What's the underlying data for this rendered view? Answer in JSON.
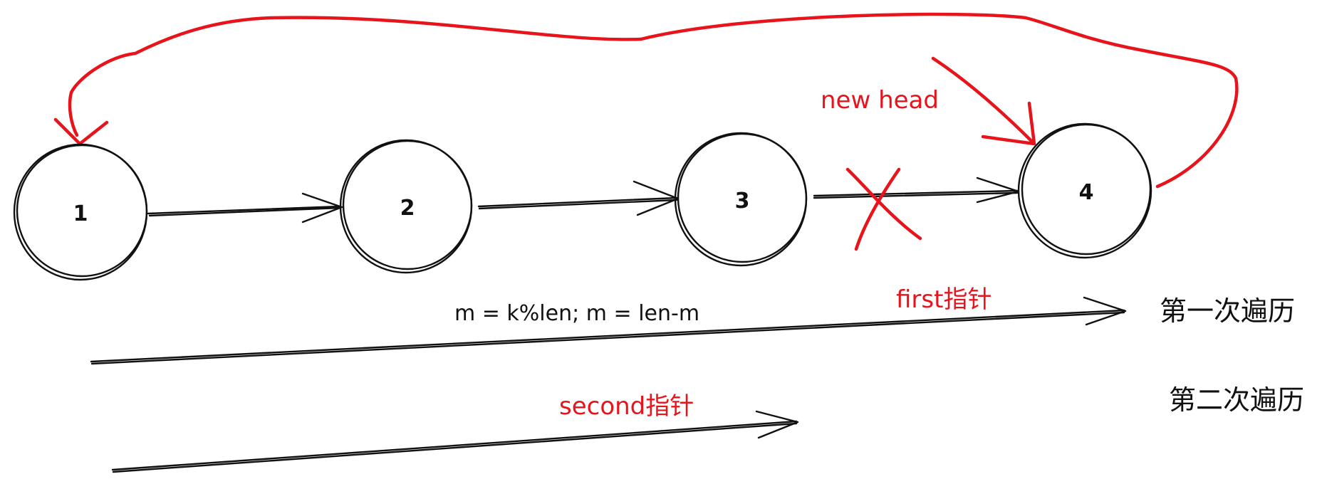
{
  "nodes": [
    {
      "label": "1"
    },
    {
      "label": "2"
    },
    {
      "label": "3"
    },
    {
      "label": "4"
    }
  ],
  "annotations": {
    "new_head": "new head",
    "formula": "m = k%len; m = len-m",
    "first_pointer": "first指针",
    "second_pointer": "second指针",
    "first_traversal": "第一次遍历",
    "second_traversal": "第二次遍历"
  },
  "colors": {
    "ink": "#111111",
    "highlight": "#e8141b"
  }
}
